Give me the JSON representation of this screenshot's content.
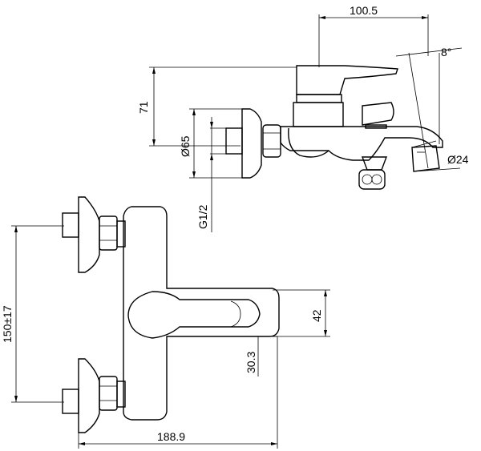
{
  "drawing": {
    "dimensions": {
      "top_width": "100.5",
      "angle": "8°",
      "height_71": "71",
      "dia_65": "Ø65",
      "thread": "G1/2",
      "dia_24": "Ø24",
      "centers": "150±17",
      "lever_42": "42",
      "lever_30": "30.3",
      "overall": "188.9"
    }
  }
}
